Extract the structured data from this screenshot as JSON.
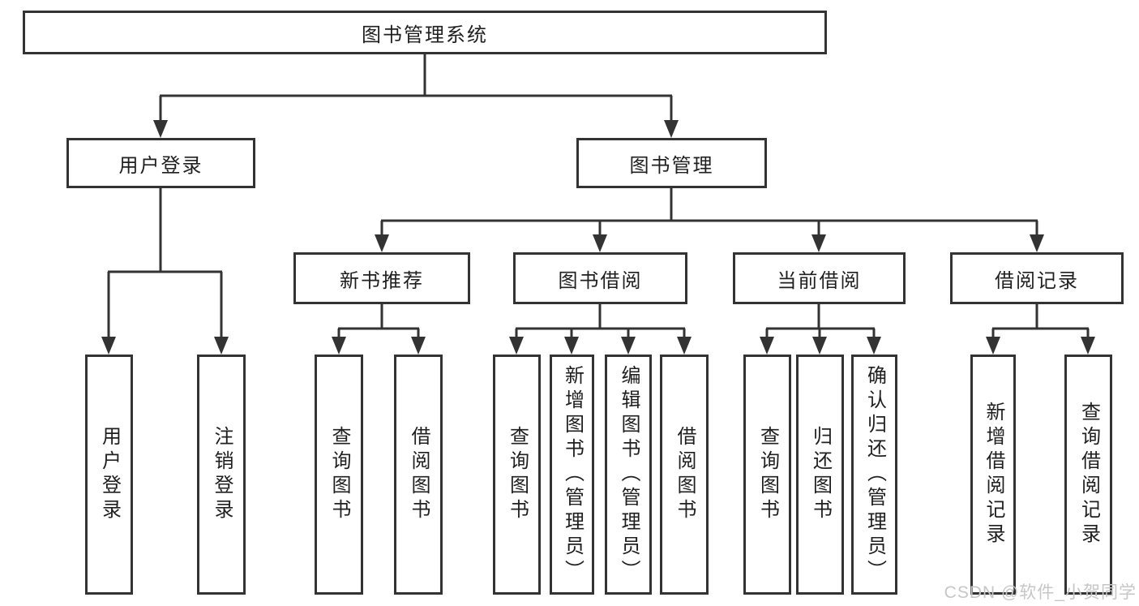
{
  "tree": {
    "root": "图书管理系统",
    "branches": [
      {
        "label": "用户登录",
        "children": [
          "用户登录",
          "注销登录"
        ]
      },
      {
        "label": "图书管理",
        "children": [
          {
            "label": "新书推荐",
            "children": [
              "查询图书",
              "借阅图书"
            ]
          },
          {
            "label": "图书借阅",
            "children": [
              "查询图书",
              "新增图书（管理员）",
              "编辑图书（管理员）",
              "借阅图书"
            ]
          },
          {
            "label": "当前借阅",
            "children": [
              "查询图书",
              "归还图书",
              "确认归还（管理员）"
            ]
          },
          {
            "label": "借阅记录",
            "children": [
              "新增借阅记录",
              "查询借阅记录"
            ]
          }
        ]
      }
    ]
  },
  "watermark": "CSDN @软件_小贺同学",
  "colors": {
    "line": "#333333",
    "text": "#1f1f1f",
    "background": "#ffffff",
    "watermark": "#c6c6c6"
  }
}
